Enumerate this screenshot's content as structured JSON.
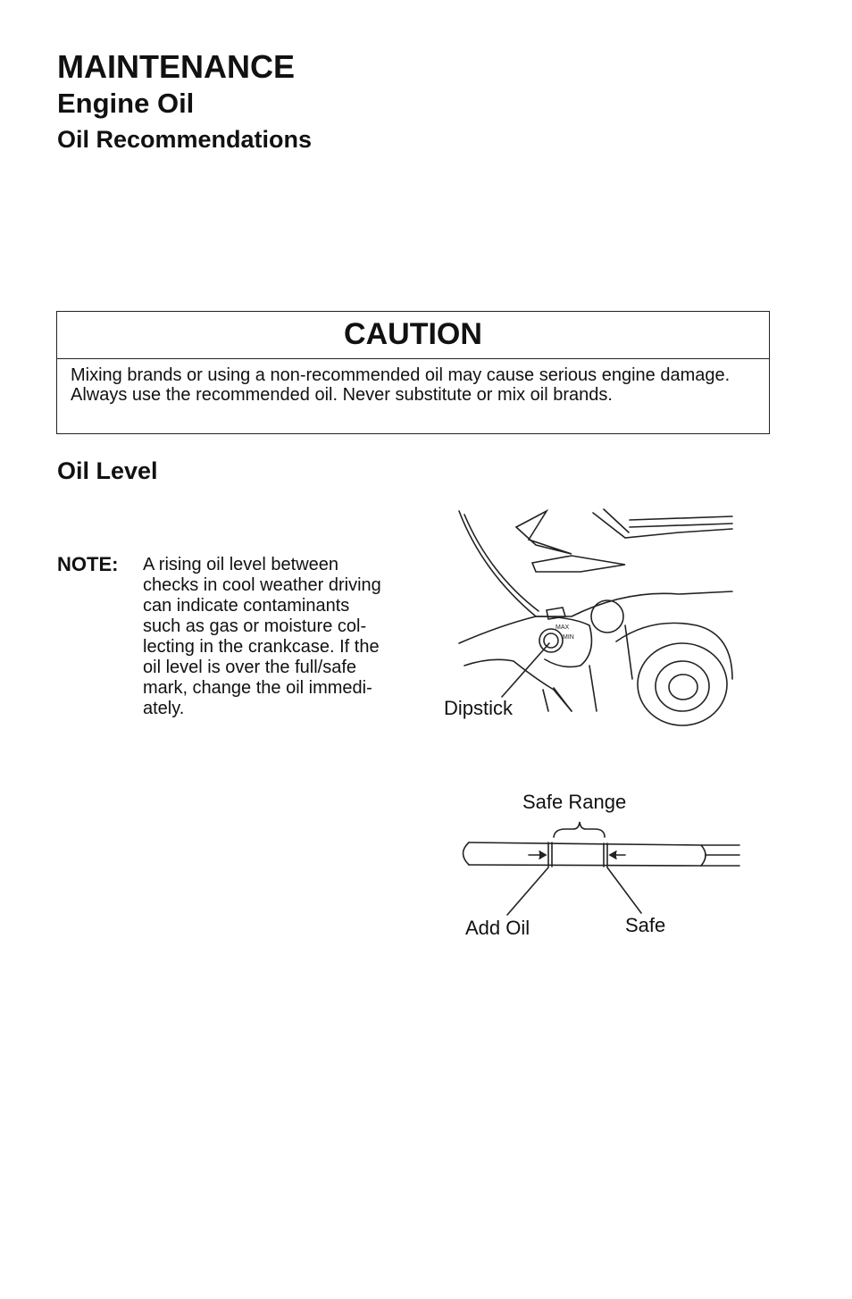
{
  "heading_main": "MAINTENANCE",
  "heading_section": "Engine Oil",
  "heading_subsection": "Oil Recommendations",
  "caution": {
    "title": "CAUTION",
    "text": "Mixing brands or using a non-recommended oil may cause serious engine damage. Always use the recommended oil. Never substitute or mix oil brands."
  },
  "heading_oil_level": "Oil Level",
  "note": {
    "label": "NOTE:",
    "lines": [
      "A rising oil level between",
      "checks in cool weather driving",
      "can indicate contaminants",
      "such as gas or moisture col-",
      "lecting in the crankcase. If the",
      "oil level is over the full/safe",
      "mark, change the oil immedi-",
      "ately."
    ]
  },
  "figure_engine": {
    "callout": "Dipstick"
  },
  "figure_dipstick": {
    "range_label": "Safe Range",
    "add_oil_label": "Add Oil",
    "safe_label": "Safe"
  }
}
